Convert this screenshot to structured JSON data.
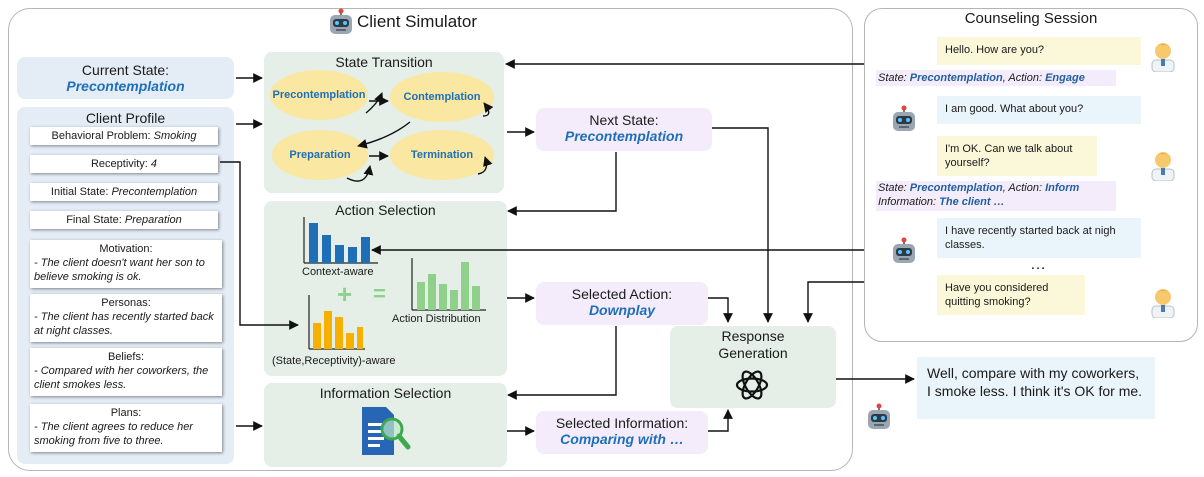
{
  "simulator": {
    "title": "Client Simulator",
    "current_state": {
      "label": "Current State:",
      "value": "Precontemplation"
    },
    "client_profile": {
      "title": "Client Profile",
      "behavioral_problem": {
        "label": "Behavioral Problem: ",
        "value": "Smoking"
      },
      "receptivity": {
        "label": "Receptivity: ",
        "value": "4"
      },
      "initial_state": {
        "label": "Initial State: ",
        "value": "Precontemplation"
      },
      "final_state": {
        "label": "Final State: ",
        "value": "Preparation"
      },
      "motivation": {
        "label": "Motivation:",
        "text": "- The client doesn't want her son to believe smoking is ok."
      },
      "personas": {
        "label": "Personas:",
        "text": "- The client has recently started back at night classes."
      },
      "beliefs": {
        "label": "Beliefs:",
        "text": "- Compared with her coworkers, the client smokes less."
      },
      "plans": {
        "label": "Plans:",
        "text": "- The client agrees to reduce her smoking from five to three."
      }
    },
    "state_transition": {
      "title": "State Transition",
      "states": [
        "Precontemplation",
        "Contemplation",
        "Preparation",
        "Termination"
      ]
    },
    "next_state": {
      "label": "Next State:",
      "value": "Precontemplation"
    },
    "action_selection": {
      "title": "Action Selection",
      "context_aware": "Context-aware",
      "state_aware": "(State,Receptivity)-aware",
      "distribution": "Action Distribution",
      "plus": "+",
      "equals": "="
    },
    "selected_action": {
      "label": "Selected Action:",
      "value": "Downplay"
    },
    "information_selection": {
      "title": "Information Selection"
    },
    "selected_information": {
      "label": "Selected Information:",
      "value": "Comparing with …"
    },
    "response_generation": {
      "title": "Response Generation"
    }
  },
  "session": {
    "title": "Counseling Session",
    "messages": [
      "Hello. How are you?",
      "I am good. What about you?",
      "I'm OK. Can we talk about yourself?",
      "I have recently started back at nigh classes.",
      "Have you considered quitting smoking?"
    ],
    "ellipsis": "…",
    "annotation1": {
      "state_label": "State: ",
      "state": "Precontemplation",
      "action_label": ", Action: ",
      "action": "Engage"
    },
    "annotation2": {
      "state_label": "State: ",
      "state": "Precontemplation",
      "action_label": ", Action: ",
      "action": "Inform",
      "info_label": "Information: ",
      "info": "The client …"
    }
  },
  "output_response": "Well, compare with my coworkers, I smoke less. I think it's OK for me.",
  "colors": {
    "bar_blue": "#1f6fb8",
    "bar_orange": "#f5b000",
    "bar_green": "#8fd18a",
    "state_ellipse": "#f9e7a2",
    "module_green": "#e5efe7",
    "output_lavender": "#f5ecfb"
  },
  "icons": [
    "robot-icon",
    "counselor-icon",
    "openai-logo-icon",
    "document-search-icon"
  ]
}
